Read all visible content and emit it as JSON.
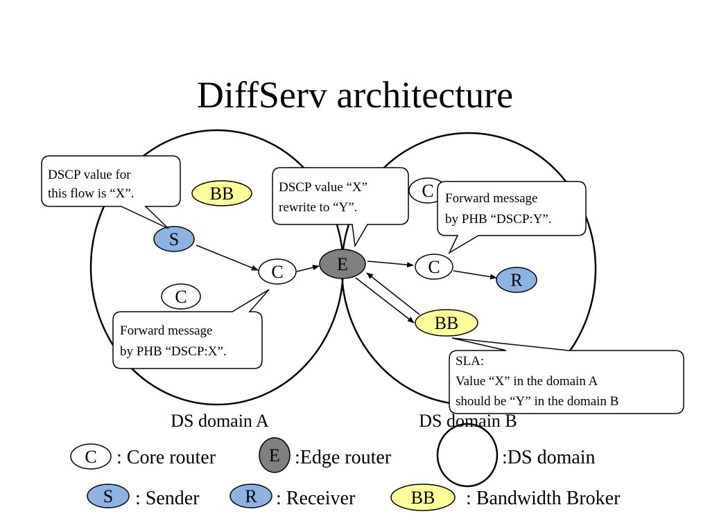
{
  "title": "DiffServ architecture",
  "colors": {
    "sender_receiver": "#8DB3E2",
    "edge": "#808080",
    "bandwidth_broker": "#FFFF99",
    "core": "#ffffff"
  },
  "nodes": {
    "sender": "S",
    "receiver": "R",
    "edge": "E",
    "bb_a": "BB",
    "bb_b": "BB",
    "core_a_1": "C",
    "core_a_2": "C",
    "core_b_1": "C",
    "core_b_2": "C"
  },
  "callouts": {
    "flow_value": [
      "DSCP value for",
      "this flow  is “X”."
    ],
    "rewrite": [
      "DSCP value “X”",
      "rewrite to “Y”."
    ],
    "forward_y": [
      "Forward message",
      "by PHB “DSCP:Y”."
    ],
    "forward_x": [
      "Forward message",
      "by PHB “DSCP:X”."
    ],
    "sla": [
      "SLA:",
      "Value “X” in the domain A",
      "should be “Y” in the domain B"
    ]
  },
  "domains": {
    "a_label": "DS domain A",
    "b_label": "DS domain B"
  },
  "legend": {
    "core_symbol": "C",
    "core_text": ": Core router",
    "edge_symbol": "E",
    "edge_text": ":Edge router",
    "domain_text": ":DS domain",
    "sender_symbol": "S",
    "sender_text": ": Sender",
    "receiver_symbol": "R",
    "receiver_text": ": Receiver",
    "bb_symbol": "BB",
    "bb_text": ": Bandwidth Broker"
  }
}
